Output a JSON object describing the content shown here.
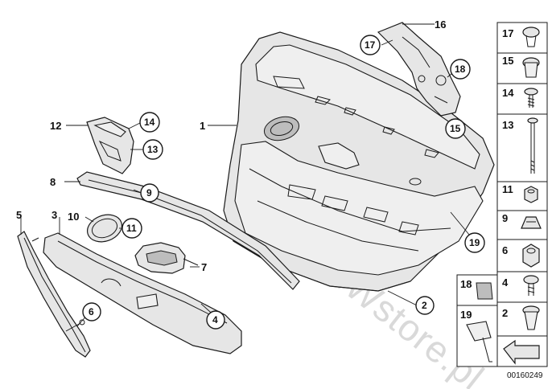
{
  "diagram": {
    "watermark": "www.BMWstore.pl",
    "document_number": "00160249",
    "labels": {
      "l1": "1",
      "l2": "2",
      "l3": "3",
      "l4": "4",
      "l5": "5",
      "l6": "6",
      "l7": "7",
      "l8": "8",
      "l9": "9",
      "l10": "10",
      "l11": "11",
      "l12": "12",
      "l13": "13",
      "l14": "14",
      "l15": "15",
      "l16": "16",
      "l17": "17",
      "l18": "18",
      "l19": "19"
    },
    "fastener_column": [
      "17",
      "15",
      "14",
      "13",
      "11",
      "9",
      "6",
      "4",
      "2"
    ],
    "fastener_column_bottom": [
      "18",
      "19"
    ]
  }
}
